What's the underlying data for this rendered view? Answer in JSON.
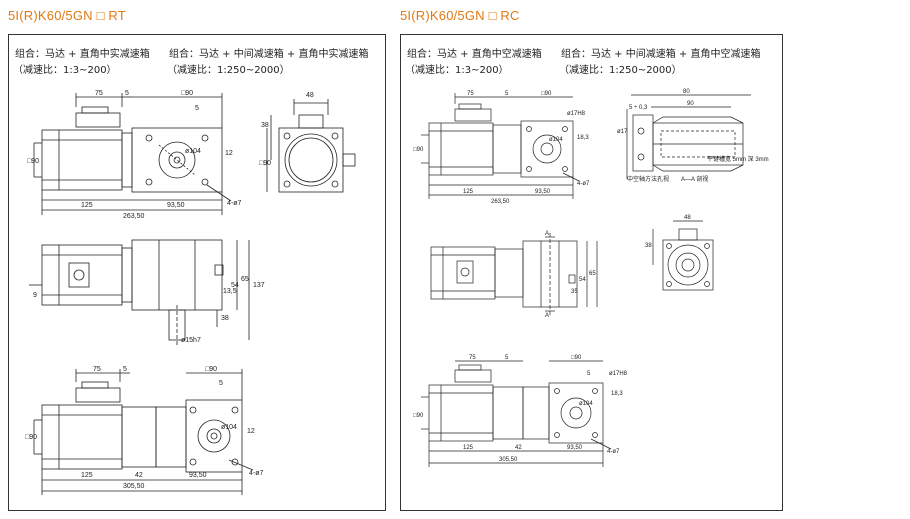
{
  "left": {
    "title": "5I(R)K60/5GN □ RT",
    "combo1": "组合：马达 + 直角中实减速箱",
    "ratio1": "（减速比：1:3~200）",
    "combo2": "组合：马达 + 中间减速箱 + 直角中实减速箱",
    "ratio2": "（减速比：1:250~2000）",
    "dims": {
      "d75a": "75",
      "d5a": "5",
      "d90a": "□90",
      "d5b": "5",
      "d48": "48",
      "d38": "38",
      "d125a": "125",
      "d9350a": "93,50",
      "d26350": "263,50",
      "phi7a": "4-ø7",
      "phi104a": "ø104",
      "d12a": "12",
      "d90side": "□90",
      "d90b": "□90",
      "d135": "13,5",
      "d54": "54",
      "d65": "65",
      "d137": "137",
      "d38b": "38",
      "d9": "9",
      "phi15h7": "ø15h7",
      "d75b": "75",
      "d5c": "5",
      "d90c": "□90",
      "d5d": "5",
      "d125b": "125",
      "d42": "42",
      "d9350b": "93,50",
      "d30550": "305,50",
      "phi7b": "4-ø7",
      "phi104b": "ø104",
      "d12b": "12",
      "d90d": "□90"
    }
  },
  "right": {
    "title": "5I(R)K60/5GN □ RC",
    "combo1": "组合：马达 + 直角中空减速箱",
    "ratio1": "（减速比：1:3~200）",
    "combo2": "组合：马达 + 中间减速箱 + 直角中空减速箱",
    "ratio2": "（减速比：1:250~2000）",
    "dims": {
      "d75a": "75",
      "d5a": "5",
      "d90a": "□90",
      "phi17h8a": "ø17H8",
      "d183a": "18,3",
      "phi104a": "ø104",
      "d90side": "□90",
      "d125a": "125",
      "d9350a": "93,50",
      "d26350": "263,50",
      "phi7a": "4-ø7",
      "d80": "80",
      "d90top": "90",
      "phi17": "ø17",
      "keyway": "5 ÷ 0,3",
      "hollow": "中空轴方法孔视",
      "section": "A—A 剖视",
      "kw2": "平键槽宽 5mm 深 3mm",
      "d48": "48",
      "d38": "38",
      "lbl_a1": "A",
      "lbl_a2": "A",
      "d54": "54",
      "d65": "65",
      "d35": "35",
      "d75b": "75",
      "d5b": "5",
      "d90b": "□90",
      "d5c": "5",
      "phi17h8b": "ø17H8",
      "d183b": "18,3",
      "phi104b": "ø104",
      "d90c": "□90",
      "d125b": "125",
      "d42": "42",
      "d9350b": "93,50",
      "d30550": "305,50",
      "phi7b": "4-ø7"
    }
  }
}
